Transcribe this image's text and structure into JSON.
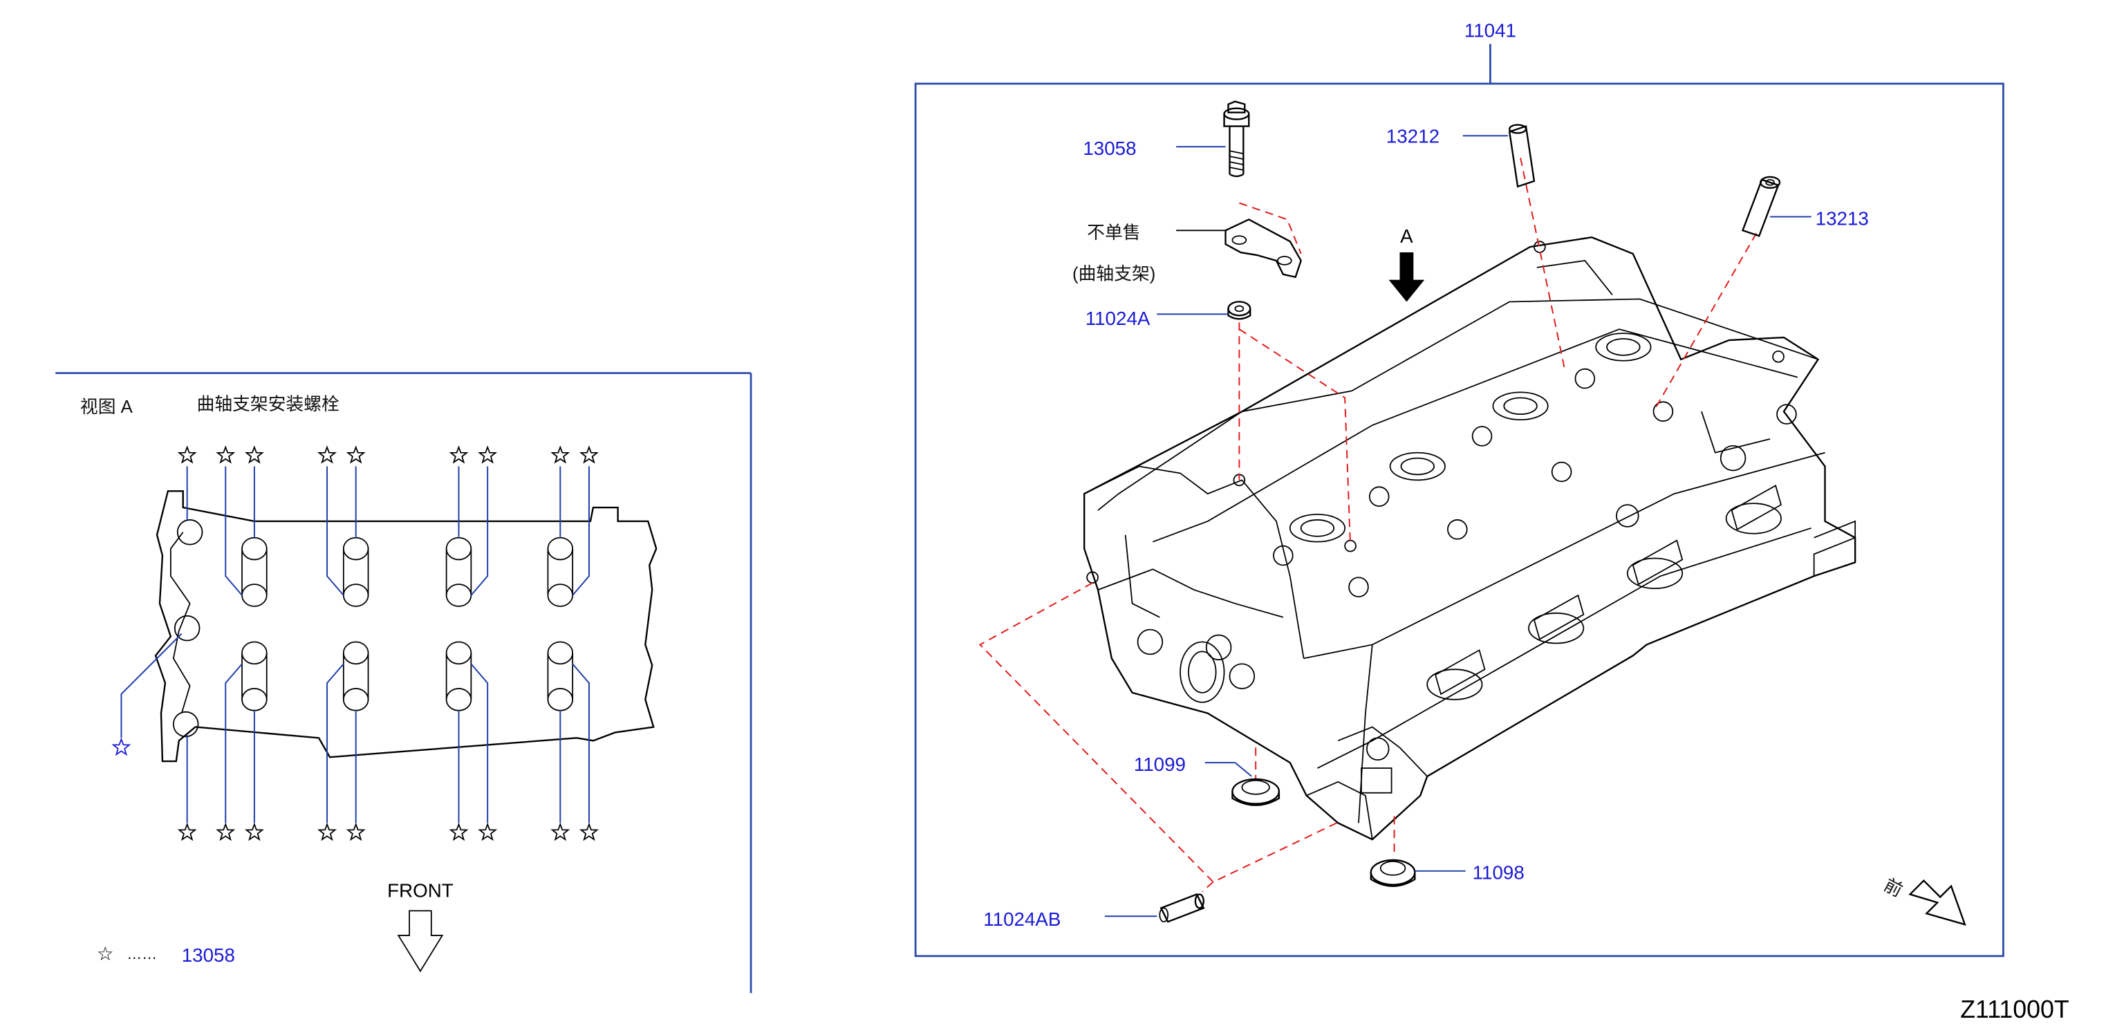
{
  "main_view": {
    "assembly_number": "11041",
    "parts": [
      {
        "id": "bolt",
        "number": "13058"
      },
      {
        "id": "guide_intake",
        "number": "13212"
      },
      {
        "id": "guide_exhaust",
        "number": "13213"
      },
      {
        "id": "dowel_small",
        "number": "11024A"
      },
      {
        "id": "plug_small",
        "number": "11099"
      },
      {
        "id": "plug_large",
        "number": "11098"
      },
      {
        "id": "dowel_pin",
        "number": "11024AB"
      }
    ],
    "bracket_note_line1": "不单售",
    "bracket_note_line2": "(曲轴支架)",
    "view_marker": "A",
    "front_mark": "前"
  },
  "detail_view": {
    "title": "视图 A",
    "subtitle": "曲轴支架安装螺栓",
    "front_label": "FRONT",
    "legend_symbol": "☆",
    "legend_dots": "……",
    "legend_part": "13058"
  },
  "drawing_code": "Z111000T",
  "colors": {
    "part_number": "#1a1ad6",
    "frame": "#2a4aa8",
    "dashed_leader": "#e01b1b",
    "line": "#000000"
  }
}
